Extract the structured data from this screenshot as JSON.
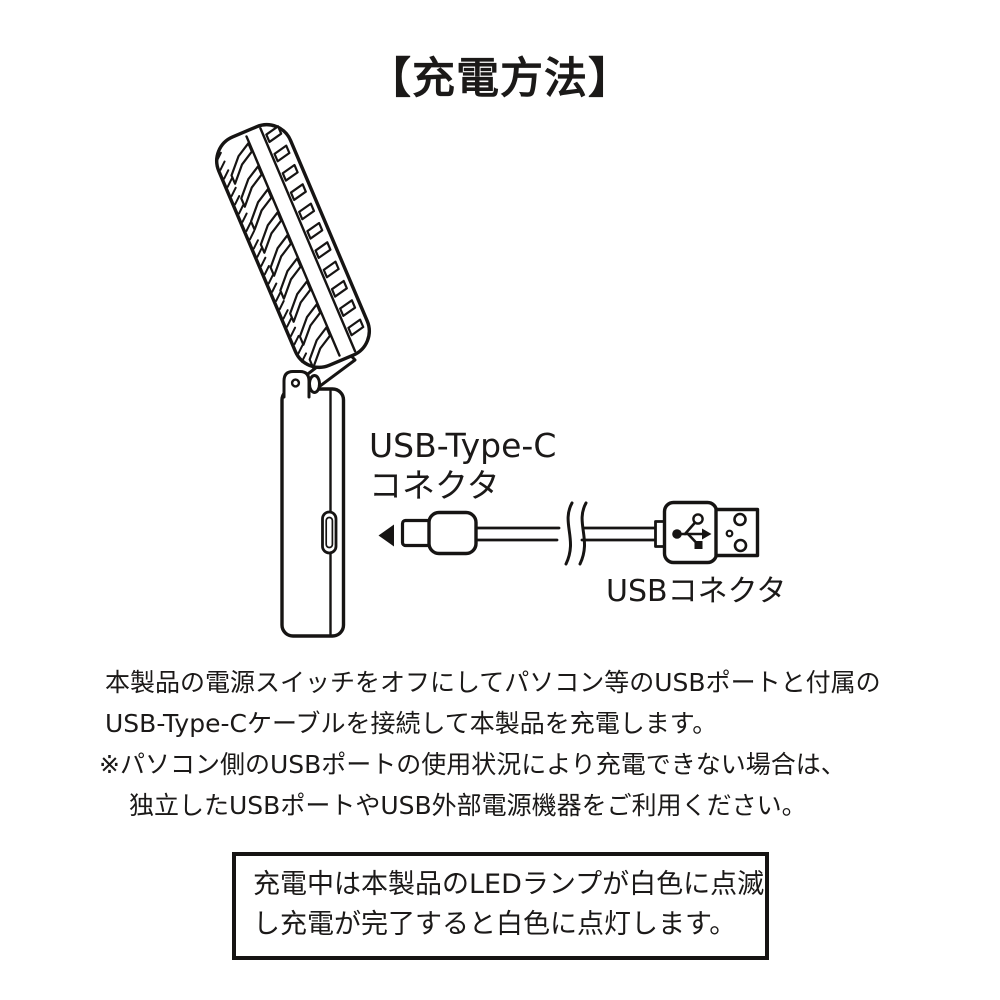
{
  "title": "【充電方法】",
  "labels": {
    "usb_type_c_line1": "USB-Type-C",
    "usb_type_c_line2": "コネクタ",
    "usb_connector": "USBコネクタ"
  },
  "instructions": {
    "line1": "本製品の電源スイッチをオフにしてパソコン等のUSBポートと付属の",
    "line2": "USB-Type-Cケーブルを接続して本製品を充電します。",
    "line3": "※パソコン側のUSBポートの使用状況により充電できない場合は、",
    "line4": "独立したUSBポートやUSB外部電源機器をご利用ください。"
  },
  "note_box": {
    "line1": "充電中は本製品のLEDランプが白色に点滅",
    "line2": "し充電が完了すると白色に点灯します。"
  },
  "colors": {
    "ink": "#1b1918",
    "background": "#ffffff"
  }
}
